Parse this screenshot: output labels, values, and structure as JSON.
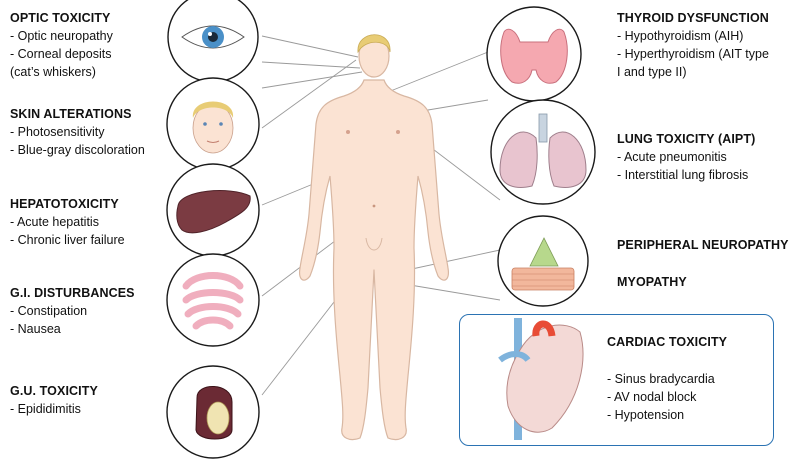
{
  "colors": {
    "skin": "#fbe3d3",
    "skin_line": "#d8b7a2",
    "hair": "#e8cc75",
    "leader_line": "#9a9a9a",
    "circle_stroke": "#1a1a1a",
    "cardiac_box": "#2b73b3"
  },
  "sections": {
    "optic": {
      "title": "OPTIC TOXICITY",
      "items": [
        "- Optic neuropathy",
        "- Corneal deposits",
        "(cat’s whiskers)"
      ],
      "icon": "eye-icon"
    },
    "skin": {
      "title": "SKIN ALTERATIONS",
      "items": [
        "- Photosensitivity",
        "- Blue-gray discoloration"
      ],
      "icon": "face-icon"
    },
    "hepato": {
      "title": "HEPATOTOXICITY",
      "items": [
        "- Acute hepatitis",
        "- Chronic liver failure"
      ],
      "icon": "liver-icon"
    },
    "gi": {
      "title": "G.I. DISTURBANCES",
      "items": [
        "- Constipation",
        "- Nausea"
      ],
      "icon": "intestine-icon"
    },
    "gu": {
      "title": "G.U. TOXICITY",
      "items": [
        "- Epididimitis"
      ],
      "icon": "testis-icon"
    },
    "thyroid": {
      "title": "THYROID DYSFUNCTION",
      "items": [
        "- Hypothyroidism (AIH)",
        "- Hyperthyroidism (AIT type",
        "I and type II)"
      ],
      "icon": "thyroid-icon"
    },
    "lung": {
      "title": "LUNG TOXICITY (AIPT)",
      "items": [
        "- Acute pneumonitis",
        "- Interstitial lung fibrosis"
      ],
      "icon": "lungs-icon"
    },
    "neuro": {
      "title": "PERIPHERAL NEUROPATHY",
      "items": [],
      "icon": "nerve-muscle-icon"
    },
    "myopathy": {
      "title": "MYOPATHY",
      "items": []
    },
    "cardiac": {
      "title": "CARDIAC TOXICITY",
      "items": [
        "- Sinus bradycardia",
        "- AV nodal block",
        "- Hypotension"
      ],
      "icon": "heart-icon"
    }
  }
}
